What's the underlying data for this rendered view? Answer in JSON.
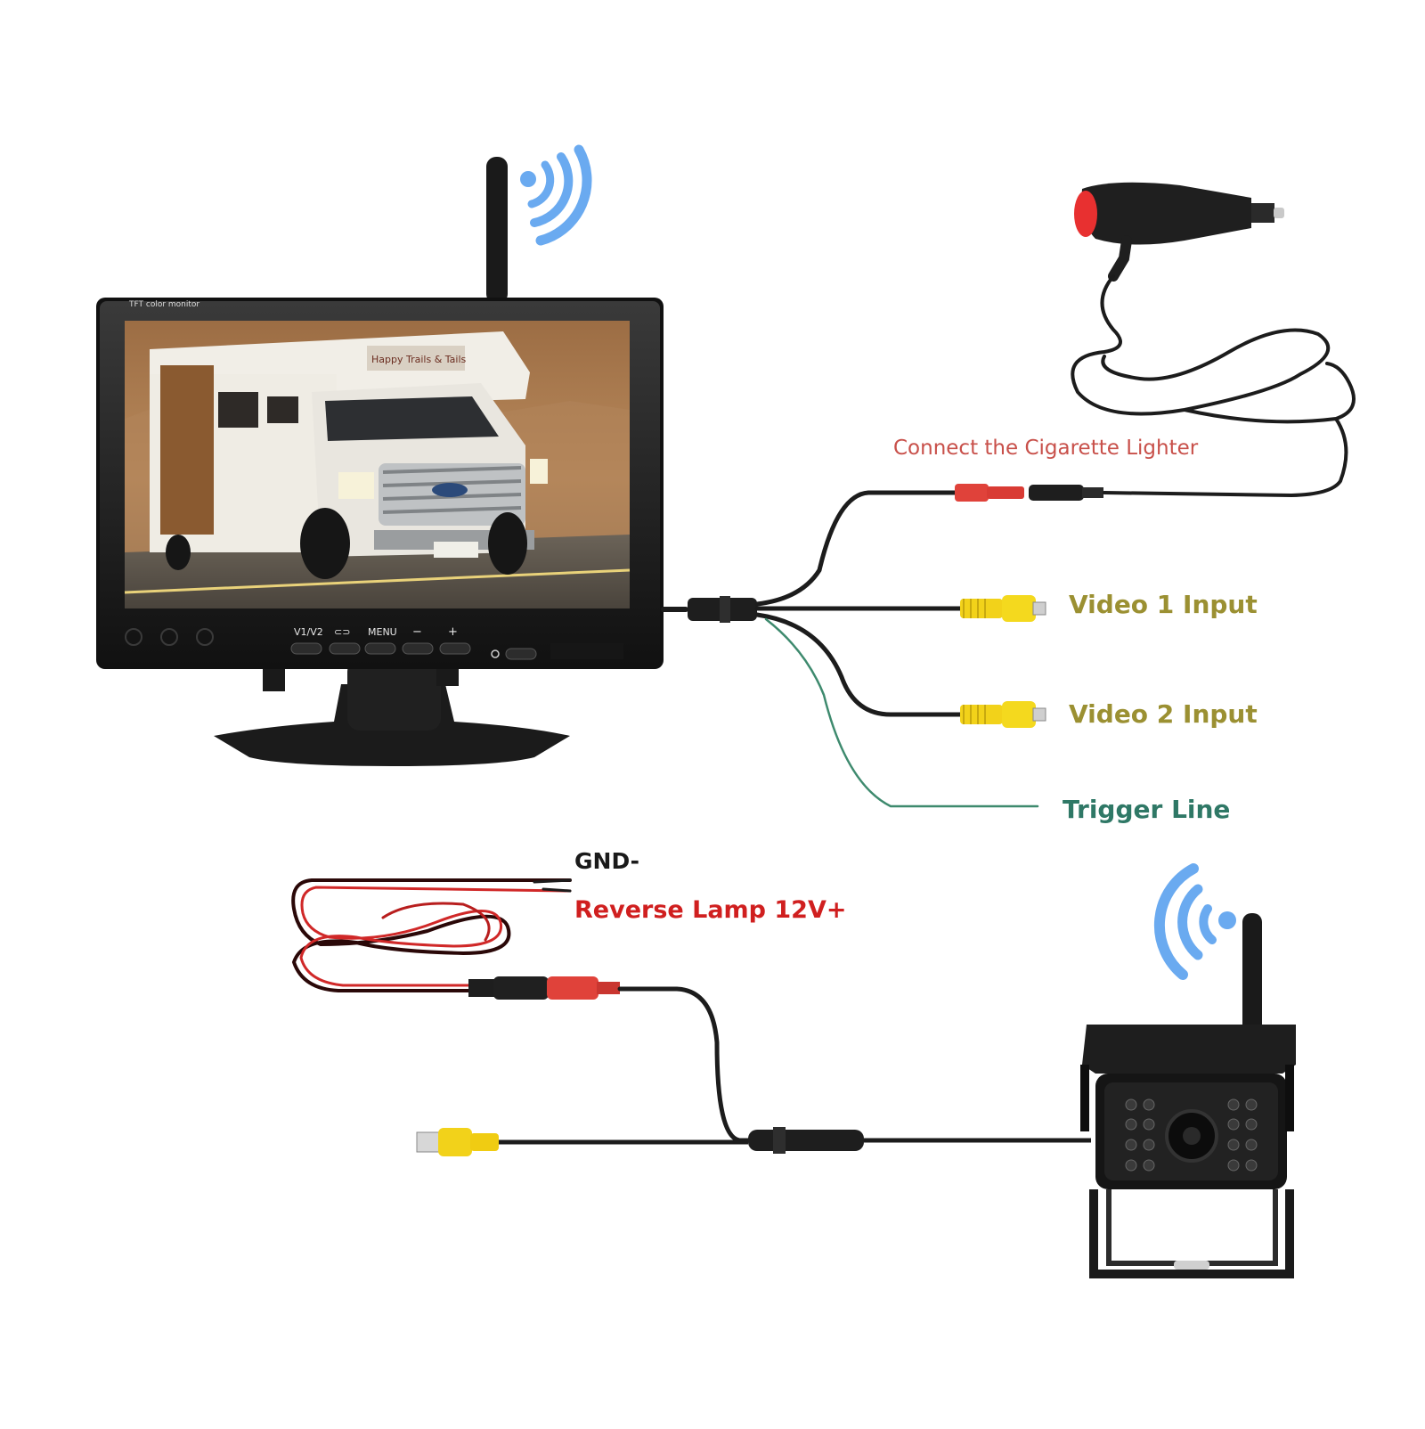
{
  "labels": {
    "cigarette_lighter": "Connect the Cigarette Lighter",
    "video1": "Video 1 Input",
    "video2": "Video 2 Input",
    "trigger": "Trigger Line",
    "gnd": "GND-",
    "reverse_lamp": "Reverse Lamp 12V+"
  },
  "monitor": {
    "brand_text": "TFT color monitor",
    "buttons": [
      "V1/V2",
      "⊂⊃",
      "MENU",
      "−",
      "+"
    ],
    "screen_sign": "Happy Trails & Tails"
  },
  "colors": {
    "wifi": "#6aaaf0",
    "power_label": "#c8504a",
    "video_label": "#9b9032",
    "trigger_label": "#2f7866",
    "reverse_label": "#d01f1f",
    "rca_yellow": "#f2d21a",
    "plug_red": "#e0423a",
    "cable_black": "#1c1c1c",
    "trigger_wire": "#3e8a6e"
  },
  "icons": [
    "wifi-signal-icon",
    "antenna-icon",
    "cigarette-lighter-plug-icon",
    "backup-camera-icon",
    "rca-connector-icon"
  ]
}
